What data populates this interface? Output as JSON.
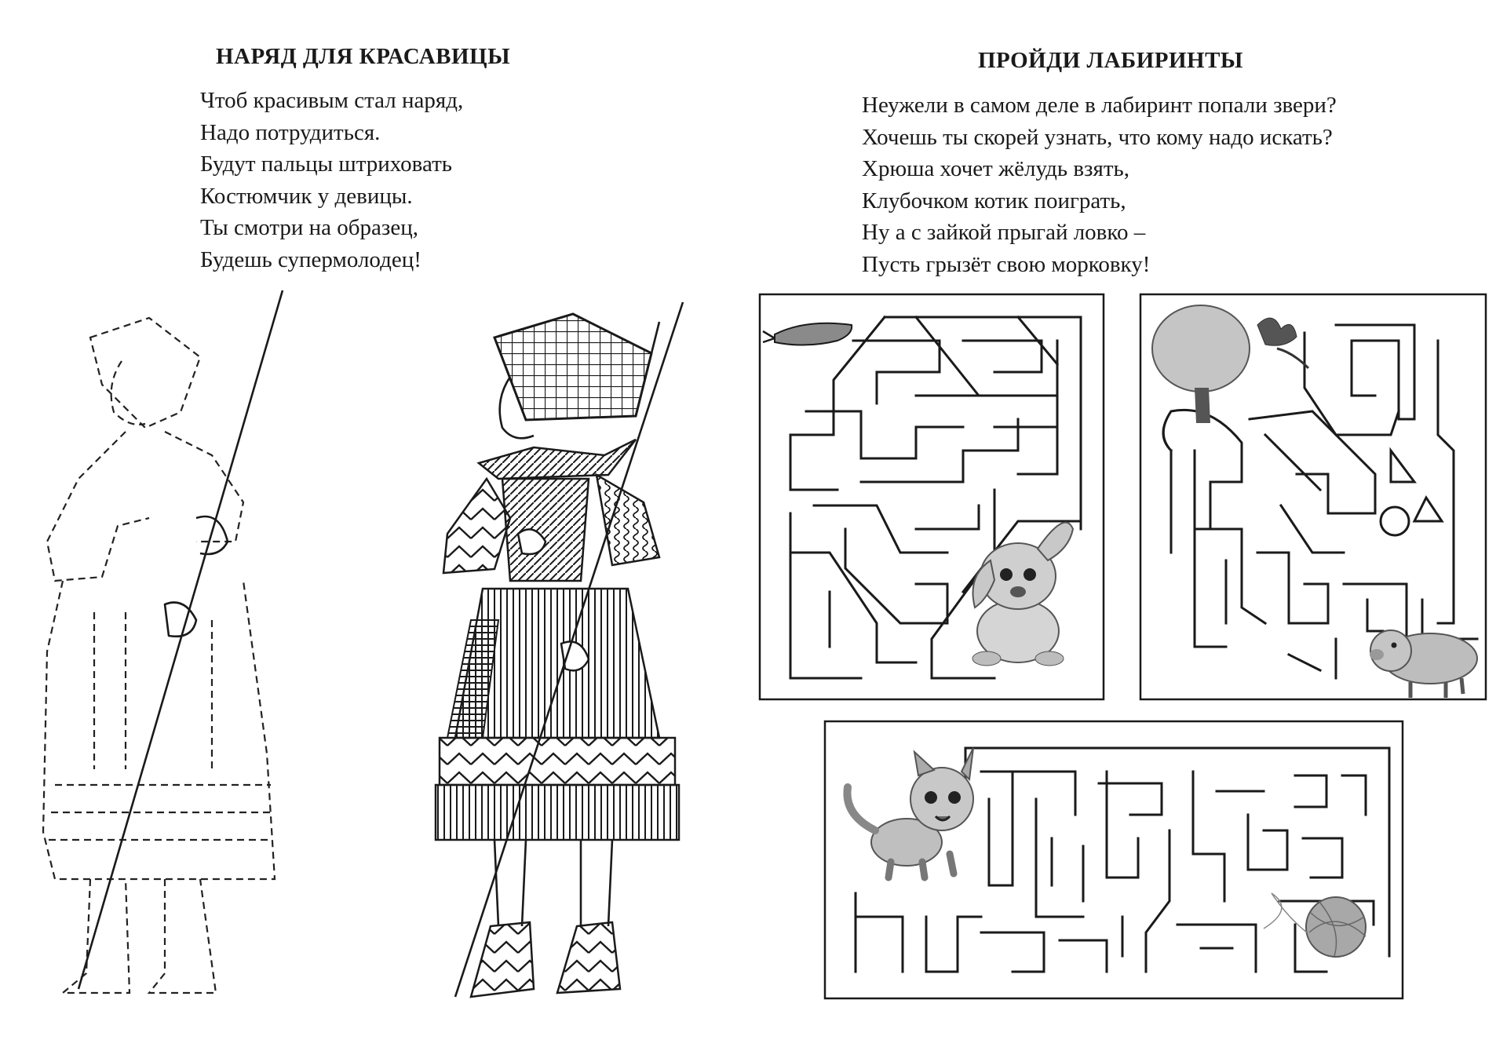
{
  "left": {
    "title": "НАРЯД ДЛЯ КРАСАВИЦЫ",
    "poem": [
      "Чтоб красивым стал наряд,",
      "Надо потрудиться.",
      "Будут пальцы штриховать",
      "Костюмчик у девицы.",
      "Ты смотри на образец,",
      "Будешь супермолодец!"
    ]
  },
  "right": {
    "title": "ПРОЙДИ ЛАБИРИНТЫ",
    "poem": [
      "Неужели в самом деле в лабиринт попали звери?",
      "Хочешь ты скорей узнать, что кому надо искать?",
      "Хрюша хочет жёлудь взять,",
      "Клубочком котик поиграть,",
      "Ну а с зайкой прыгай ловко –",
      "Пусть грызёт свою морковку!"
    ]
  },
  "illustrations": {
    "outline_figure": "girl-outline-dashed",
    "sample_figure": "girl-sample-hatched",
    "mazes": [
      {
        "start": "rabbit-icon",
        "goal": "carrot-icon"
      },
      {
        "start": "pig-icon",
        "goal": "acorn-icon"
      },
      {
        "start": "kitten-icon",
        "goal": "yarn-ball-icon"
      }
    ]
  },
  "colors": {
    "ink": "#1a1a1a",
    "paper": "#ffffff"
  }
}
